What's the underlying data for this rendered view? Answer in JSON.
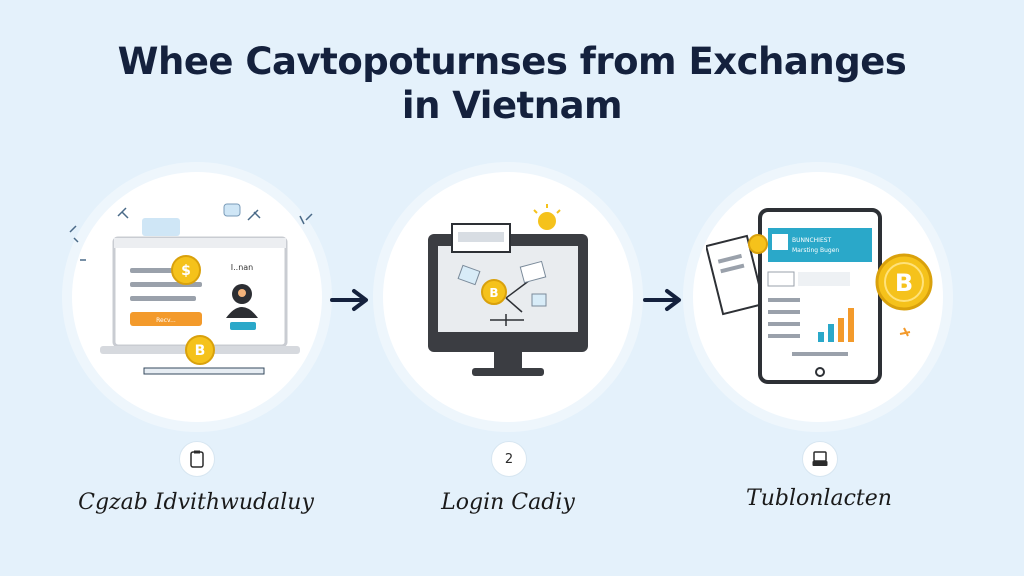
{
  "title": {
    "line1": "Whee Cavtopoturnses from Exchanges",
    "line2": "in Vietnam"
  },
  "steps": [
    {
      "icon": "clipboard-icon",
      "icon_text": "",
      "label": "Cgzab Idvithwudaluy",
      "illustration": "laptop-wallet-setup"
    },
    {
      "icon": "number-badge-icon",
      "icon_text": "2",
      "label": "Login Cadiy",
      "illustration": "desktop-transfer"
    },
    {
      "icon": "scanner-icon",
      "icon_text": "",
      "label": "Tublonlacten",
      "illustration": "tablet-chart"
    }
  ],
  "step1_screen": {
    "heading": "I..nan",
    "button": "Recv..."
  },
  "step3_screen": {
    "header_line1": "BUNNCHIEST",
    "header_line2": "Marsting Bugen"
  },
  "colors": {
    "background": "#e4f1fb",
    "title": "#14213d",
    "coin": "#f5c21b",
    "accent_orange": "#f39a2b",
    "accent_blue": "#2aa8c9",
    "dark": "#3b3d42"
  }
}
